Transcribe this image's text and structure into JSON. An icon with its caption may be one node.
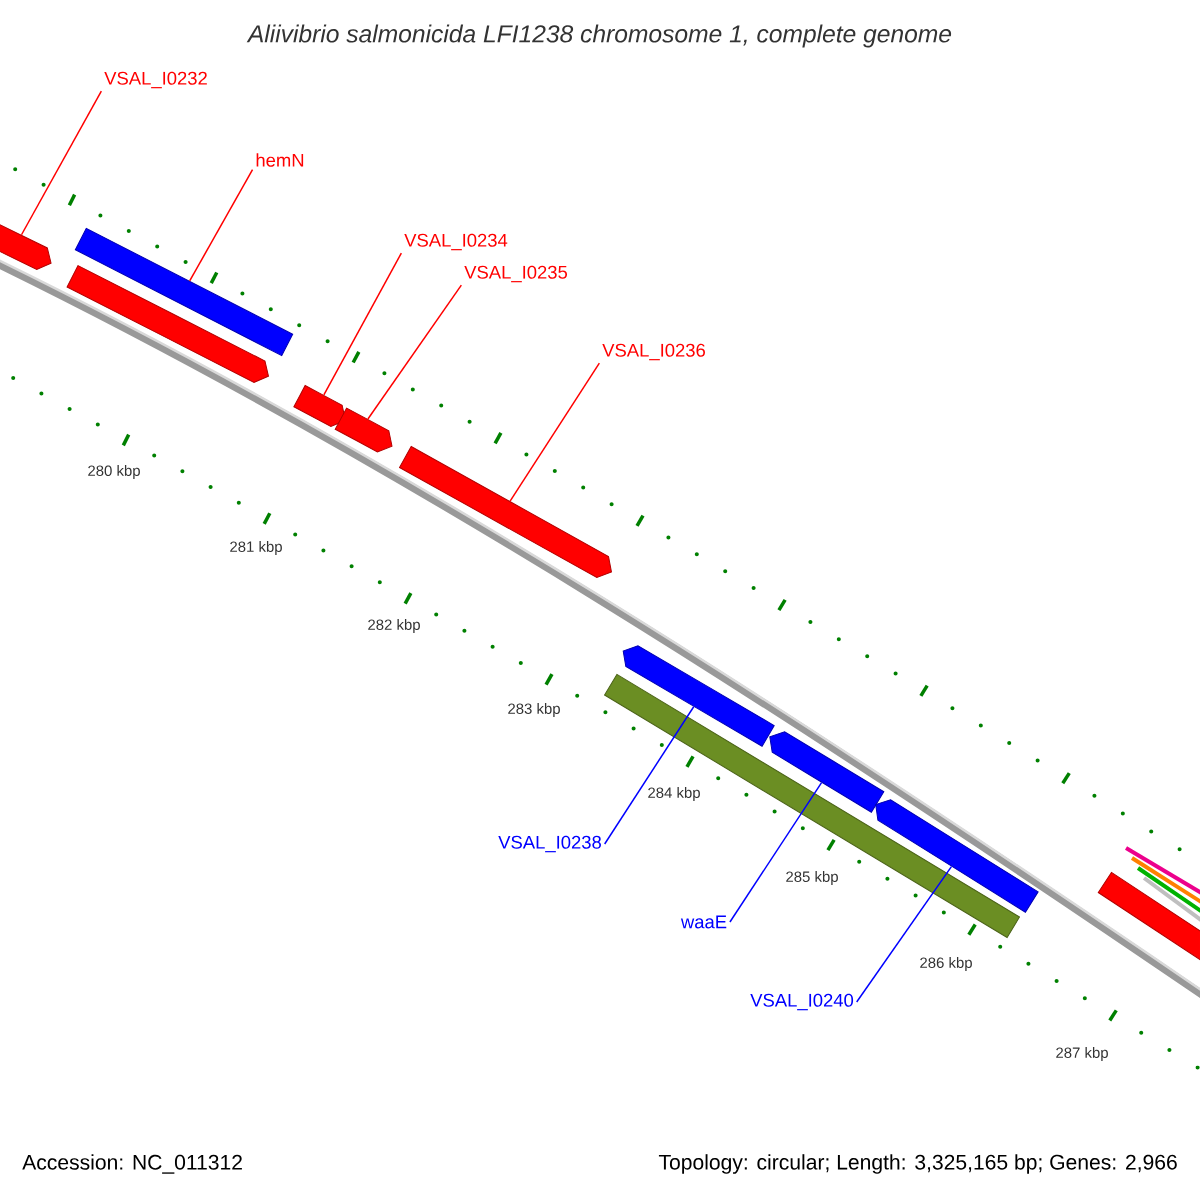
{
  "diagram": {
    "title": "Aliivibrio salmonicida LFI1238 chromosome 1, complete genome",
    "nodes": [
      {
        "text": [
          "VSAL_I0232"
        ]
      },
      {
        "text": [
          "hemN"
        ]
      },
      {
        "text": [
          "VSAL_I0234"
        ]
      },
      {
        "text": [
          "VSAL_I0235"
        ]
      },
      {
        "text": [
          "VSAL_I0236"
        ]
      },
      {
        "text": [
          "VSAL_I0238"
        ]
      },
      {
        "text": [
          "waaE"
        ]
      },
      {
        "text": [
          "VSAL_I0240"
        ]
      },
      {
        "text": [],
        "shape": "pentagon"
      },
      {
        "text": [],
        "shape": "bar"
      },
      {
        "text": [],
        "shape": "pentagon"
      },
      {
        "text": [],
        "shape": "pentagon"
      },
      {
        "text": [],
        "shape": "pentagon"
      },
      {
        "text": [],
        "shape": "pentagon"
      },
      {
        "text": [],
        "shape": "bar"
      },
      {
        "text": [],
        "shape": "pentagon"
      },
      {
        "text": [],
        "shape": "pentagon"
      },
      {
        "text": [],
        "shape": "pentagon"
      },
      {
        "text": [],
        "shape": "bar"
      }
    ],
    "edges": [
      {
        "from": 0,
        "to": 8,
        "arrow": "none"
      },
      {
        "from": 1,
        "to": 9,
        "arrow": "none"
      },
      {
        "from": 2,
        "to": 11,
        "arrow": "none"
      },
      {
        "from": 3,
        "to": 12,
        "arrow": "none"
      },
      {
        "from": 4,
        "to": 13,
        "arrow": "none"
      },
      {
        "from": 5,
        "to": 15,
        "arrow": "none",
        "color": "#0000ff"
      },
      {
        "from": 6,
        "to": 16,
        "arrow": "none",
        "color": "#0000ff"
      },
      {
        "from": 7,
        "to": 17,
        "arrow": "none",
        "color": "#0000ff"
      }
    ],
    "labels": [
      "280 kbp",
      "281 kbp",
      "282 kbp",
      "283 kbp",
      "284 kbp",
      "285 kbp",
      "286 kbp",
      "287 kbp",
      "Accession: NC_011312",
      "Topology: circular; Length: 3,325,165 bp; Genes: 2,966"
    ]
  }
}
